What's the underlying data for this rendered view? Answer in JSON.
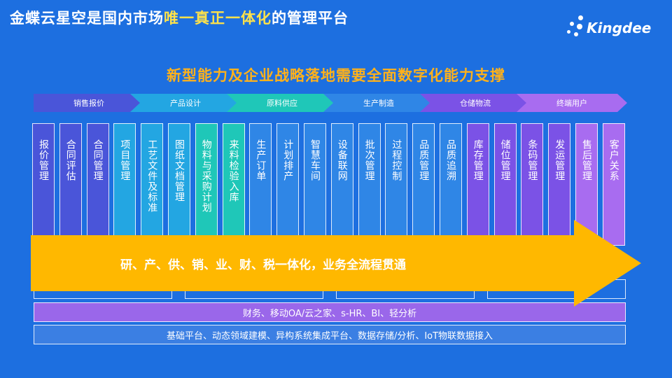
{
  "header": {
    "title_pre": "金蝶云星空是国内市场",
    "title_hl": "唯一真正一体化",
    "title_post": "的管理平台",
    "logo_text": "Kingdee"
  },
  "subtitle": "新型能力及企业战略落地需要全面数字化能力支撑",
  "flow": [
    {
      "label": "销售报价",
      "color": "#4a55d9"
    },
    {
      "label": "产品设计",
      "color": "#23a6e2"
    },
    {
      "label": "原料供应",
      "color": "#1fc7b8"
    },
    {
      "label": "生产制造",
      "color": "#2f86e6"
    },
    {
      "label": "仓储物流",
      "color": "#7b52e6"
    },
    {
      "label": "终端用户",
      "color": "#a86cf0"
    }
  ],
  "modules": [
    {
      "label": "报价管理",
      "color": "#4a55d9"
    },
    {
      "label": "合同评估",
      "color": "#4a55d9"
    },
    {
      "label": "合同管理",
      "color": "#4a55d9"
    },
    {
      "label": "项目管理",
      "color": "#23a6e2"
    },
    {
      "label": "工艺文件及标准",
      "color": "#23a6e2"
    },
    {
      "label": "图纸文档管理",
      "color": "#23a6e2"
    },
    {
      "label": "物料与采购计划",
      "color": "#1fc7b8"
    },
    {
      "label": "来料检验入库",
      "color": "#1fc7b8"
    },
    {
      "label": "生产订单",
      "color": "#2f86e6"
    },
    {
      "label": "计划排产",
      "color": "#2f86e6"
    },
    {
      "label": "智慧车间",
      "color": "#2f86e6"
    },
    {
      "label": "设备联网",
      "color": "#2f86e6"
    },
    {
      "label": "批次管理",
      "color": "#2f86e6"
    },
    {
      "label": "过程控制",
      "color": "#2f86e6"
    },
    {
      "label": "品质管理",
      "color": "#2f86e6"
    },
    {
      "label": "品质追溯",
      "color": "#2f86e6"
    },
    {
      "label": "库存管理",
      "color": "#7b52e6"
    },
    {
      "label": "储位管理",
      "color": "#7b52e6"
    },
    {
      "label": "条码管理",
      "color": "#7b52e6"
    },
    {
      "label": "发运管理",
      "color": "#7b52e6"
    },
    {
      "label": "售后管理",
      "color": "#a86cf0"
    },
    {
      "label": "客户关系",
      "color": "#a86cf0"
    }
  ],
  "arrow_text": "研、产、供、销、业、财、税一体化，业务全流程贯通",
  "band_finance": "财务、移动OA/云之家、s-HR、BI、轻分析",
  "band_platform": "基础平台、动态领域建模、异构系统集成平台、数据存储/分析、IoT物联数据接入",
  "colors": {
    "background": "#1d6fe0",
    "title_highlight": "#ffe24a",
    "subtitle": "#ffb11b",
    "arrow": "#ffb800",
    "finance_band": "#9a67ea",
    "platform_band": "#3b7fe3"
  }
}
